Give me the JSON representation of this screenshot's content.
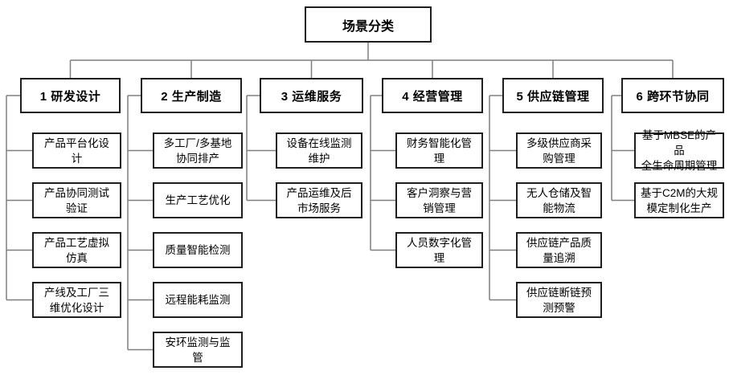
{
  "diagram": {
    "root": {
      "label": "场景分类"
    },
    "branches": [
      {
        "label": "1 研发设计",
        "children": [
          {
            "label": "产品平台化设\n计"
          },
          {
            "label": "产品协同测试\n验证"
          },
          {
            "label": "产品工艺虚拟\n仿真"
          },
          {
            "label": "产线及工厂三\n维优化设计"
          }
        ]
      },
      {
        "label": "2 生产制造",
        "children": [
          {
            "label": "多工厂/多基地\n协同排产"
          },
          {
            "label": "生产工艺优化"
          },
          {
            "label": "质量智能检测"
          },
          {
            "label": "远程能耗监测"
          },
          {
            "label": "安环监测与监\n管"
          }
        ]
      },
      {
        "label": "3 运维服务",
        "children": [
          {
            "label": "设备在线监测\n维护"
          },
          {
            "label": "产品运维及后\n市场服务"
          }
        ]
      },
      {
        "label": "4 经营管理",
        "children": [
          {
            "label": "财务智能化管\n理"
          },
          {
            "label": "客户洞察与营\n销管理"
          },
          {
            "label": "人员数字化管\n理"
          }
        ]
      },
      {
        "label": "5 供应链管理",
        "children": [
          {
            "label": "多级供应商采\n购管理"
          },
          {
            "label": "无人仓储及智\n能物流"
          },
          {
            "label": "供应链产品质\n量追溯"
          },
          {
            "label": "供应链断链预\n测预警"
          }
        ]
      },
      {
        "label": "6 跨环节协同",
        "children": [
          {
            "label": "基于MBSE的产品\n全生命周期管理"
          },
          {
            "label": "基于C2M的大规\n模定制化生产"
          }
        ]
      }
    ]
  },
  "colors": {
    "box_border": "#1f1f1f",
    "box_fill": "#ffffff",
    "connector": "#7f7f7f",
    "text": "#000000"
  }
}
